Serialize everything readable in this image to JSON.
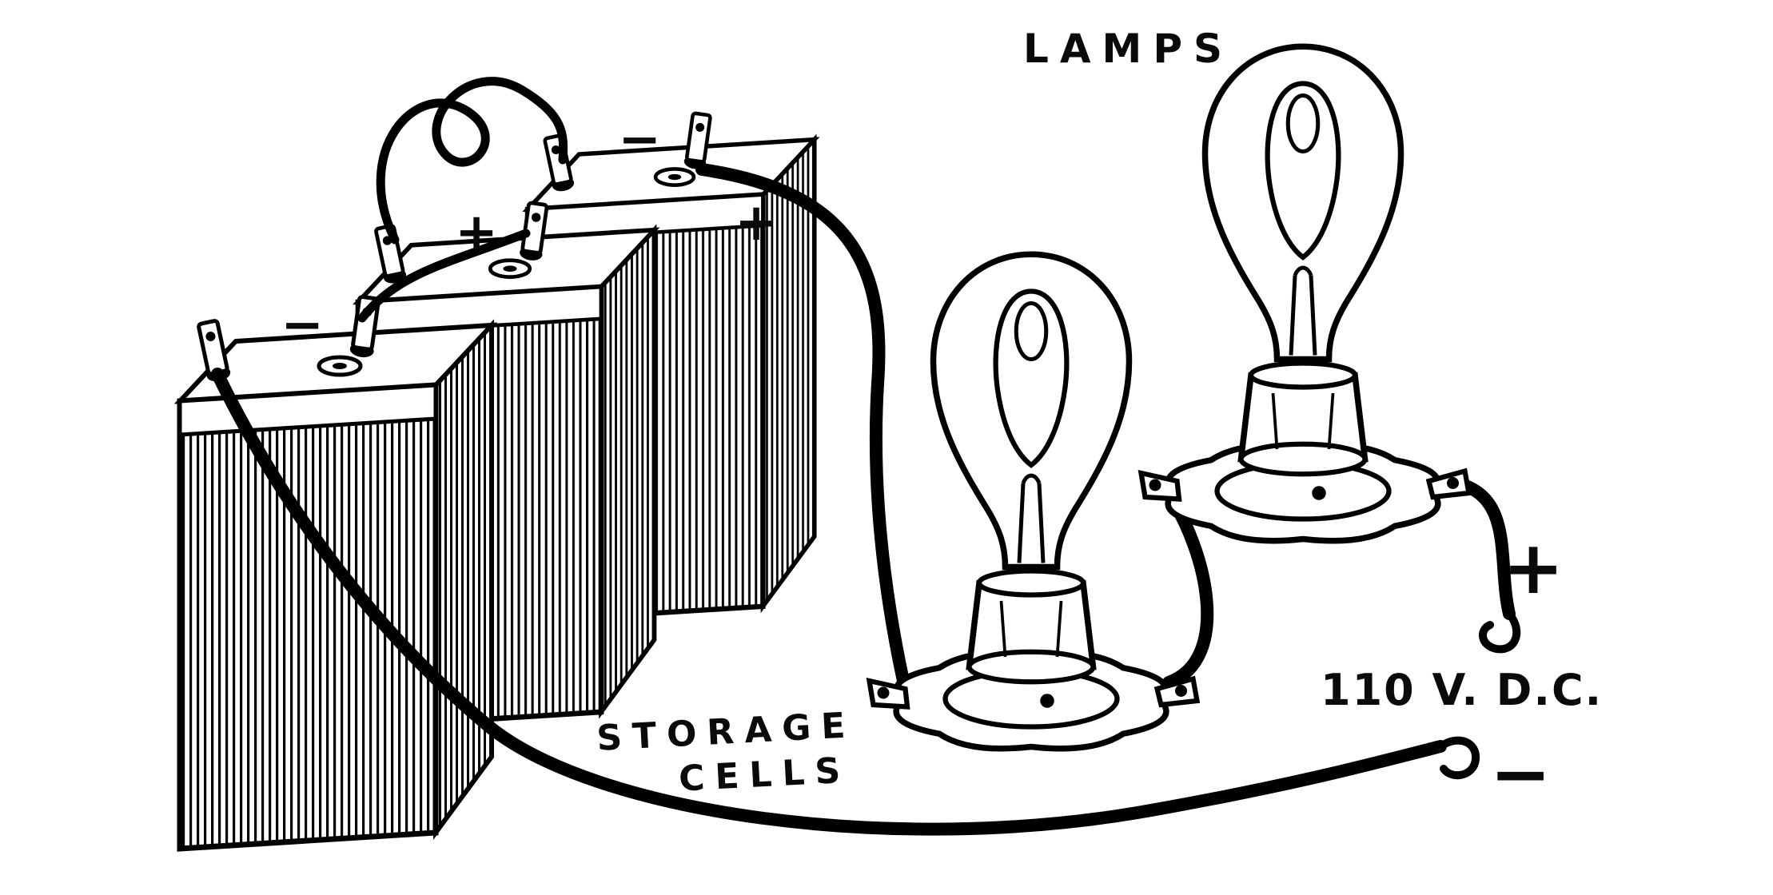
{
  "figure": {
    "labels": {
      "lamps": "LAMPS",
      "storage_line1": "STORAGE",
      "storage_line2": "CELLS",
      "supply_voltage": "110 V. D.C.",
      "supply_plus": "+",
      "supply_minus": "−"
    },
    "cell_terminal_signs": [
      "−",
      "+",
      "−",
      "+"
    ],
    "colors": {
      "ink": "#000000",
      "paper": "#ffffff"
    }
  }
}
